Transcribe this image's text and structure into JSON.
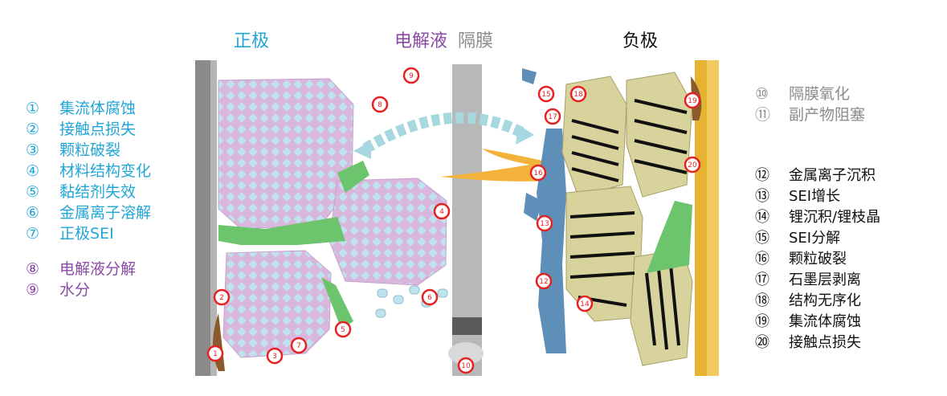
{
  "headers": {
    "positive": "正极",
    "electrolyte": "电解液",
    "separator": "隔膜",
    "negative": "负极"
  },
  "legend_left_blue": [
    {
      "num": "①",
      "text": "集流体腐蚀"
    },
    {
      "num": "②",
      "text": "接触点损失"
    },
    {
      "num": "③",
      "text": "颗粒破裂"
    },
    {
      "num": "④",
      "text": "材料结构变化"
    },
    {
      "num": "⑤",
      "text": "黏结剂失效"
    },
    {
      "num": "⑥",
      "text": "金属离子溶解"
    },
    {
      "num": "⑦",
      "text": "正极SEI"
    }
  ],
  "legend_left_purple": [
    {
      "num": "⑧",
      "text": "电解液分解"
    },
    {
      "num": "⑨",
      "text": "水分"
    }
  ],
  "legend_right_gray": [
    {
      "num": "⑩",
      "text": "隔膜氧化"
    },
    {
      "num": "⑪",
      "text": "副产物阻塞"
    }
  ],
  "legend_right_black": [
    {
      "num": "⑫",
      "text": "金属离子沉积"
    },
    {
      "num": "⑬",
      "text": "SEI增长"
    },
    {
      "num": "⑭",
      "text": "锂沉积/锂枝晶"
    },
    {
      "num": "⑮",
      "text": "SEI分解"
    },
    {
      "num": "⑯",
      "text": "颗粒破裂"
    },
    {
      "num": "⑰",
      "text": "石墨层剥离"
    },
    {
      "num": "⑱",
      "text": "结构无序化"
    },
    {
      "num": "⑲",
      "text": "集流体腐蚀"
    },
    {
      "num": "⑳",
      "text": "接触点损失"
    }
  ],
  "markers": [
    "1",
    "2",
    "3",
    "4",
    "5",
    "6",
    "7",
    "8",
    "9",
    "10",
    "12",
    "13",
    "14",
    "15",
    "16",
    "17",
    "18",
    "19",
    "20"
  ],
  "colors": {
    "positive_label": "#22a6d8",
    "electrolyte_label": "#8a4aa6",
    "separator_label": "#8c8c8c",
    "particle_pink": "#d9b7dc",
    "binder_green": "#6cc46c",
    "graphite_khaki": "#d8d29c",
    "sei_blue": "#5e8fb8",
    "marker_red": "#e52222",
    "current_collector_gray": "#8a8a8a",
    "current_collector_gold": "#e6b232"
  }
}
